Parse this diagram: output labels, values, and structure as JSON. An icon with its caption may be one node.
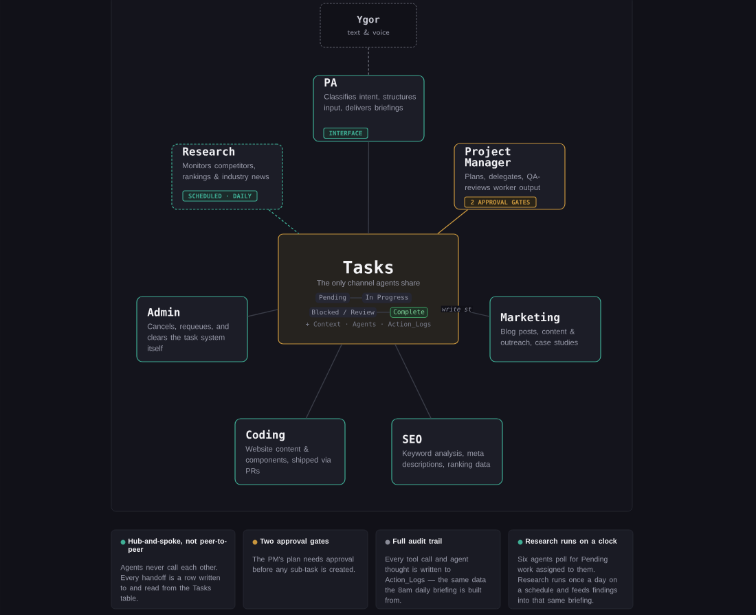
{
  "diagram": {
    "nodes": [
      {
        "text": [],
        "shape": "box"
      },
      {
        "text": [
          "Ygor",
          "text & voice"
        ],
        "in": 0
      },
      {
        "text": [
          "PA",
          "Classifies intent, structures input, delivers briefings"
        ],
        "in": 0
      },
      {
        "text": [
          "INTERFACE"
        ],
        "in": 2
      },
      {
        "text": [
          "Research",
          "Monitors competitors, rankings & industry news"
        ],
        "in": 0
      },
      {
        "text": [
          "SCHEDULED · DAILY"
        ],
        "in": 4
      },
      {
        "text": [
          "Project Manager",
          "Plans, delegates, QA-reviews worker output"
        ],
        "in": 0
      },
      {
        "text": [
          "2 APPROVAL GATES"
        ],
        "in": 6
      },
      {
        "text": [
          "Tasks",
          "The only channel agents share",
          "+ Context · Agents · Action_Logs"
        ],
        "in": 0
      },
      {
        "text": [
          "Pending"
        ],
        "in": 8
      },
      {
        "text": [
          "In Progress"
        ],
        "in": 8
      },
      {
        "text": [
          "Blocked / Review"
        ],
        "in": 8
      },
      {
        "text": [
          "Complete"
        ],
        "in": 8
      },
      {
        "text": [
          "Admin",
          "Cancels, requeues, and clears the task system itself"
        ],
        "in": 0
      },
      {
        "text": [
          "Marketing",
          "Blog posts, content & outreach, case studies"
        ],
        "in": 0
      },
      {
        "text": [
          "Coding",
          "Website content & components, shipped via PRs"
        ],
        "in": 0
      },
      {
        "text": [
          "SEO",
          "Keyword analysis, meta descriptions, ranking data"
        ],
        "in": 0
      },
      {
        "text": [
          "Hub-and-spoke, not peer-to-peer",
          "Agents never call each other. Every handoff is a row written to and read from the Tasks table."
        ]
      },
      {
        "text": [
          "Two approval gates",
          "The PM's plan needs approval before any sub-task is created."
        ]
      },
      {
        "text": [
          "Full audit trail",
          "Every tool call and agent thought is written to Action_Logs — the same data the 8am daily briefing is built from."
        ]
      },
      {
        "text": [
          "Research runs on a clock",
          "Six agents poll for Pending work assigned to them. Research runs once a day on a schedule and feeds findings into that same briefing."
        ]
      }
    ],
    "edges": [
      {
        "from": 1,
        "to": 2,
        "arrow": "none",
        "style": "dashed",
        "color": "#6b6d78"
      },
      {
        "from": 2,
        "to": 8,
        "arrow": "none"
      },
      {
        "from": 4,
        "to": 8,
        "arrow": "none",
        "style": "dashed",
        "color": "#3fae95"
      },
      {
        "from": 6,
        "to": 8,
        "arrow": "none",
        "color": "#c8963e"
      },
      {
        "from": 13,
        "to": 8,
        "arrow": "none"
      },
      {
        "from": 14,
        "to": 8,
        "arrow": "none",
        "label": "write st"
      },
      {
        "from": 15,
        "to": 8,
        "arrow": "none"
      },
      {
        "from": 16,
        "to": 8,
        "arrow": "none"
      },
      {
        "from": 9,
        "to": 10,
        "arrow": "none"
      },
      {
        "from": 11,
        "to": 12,
        "arrow": "none"
      }
    ]
  }
}
